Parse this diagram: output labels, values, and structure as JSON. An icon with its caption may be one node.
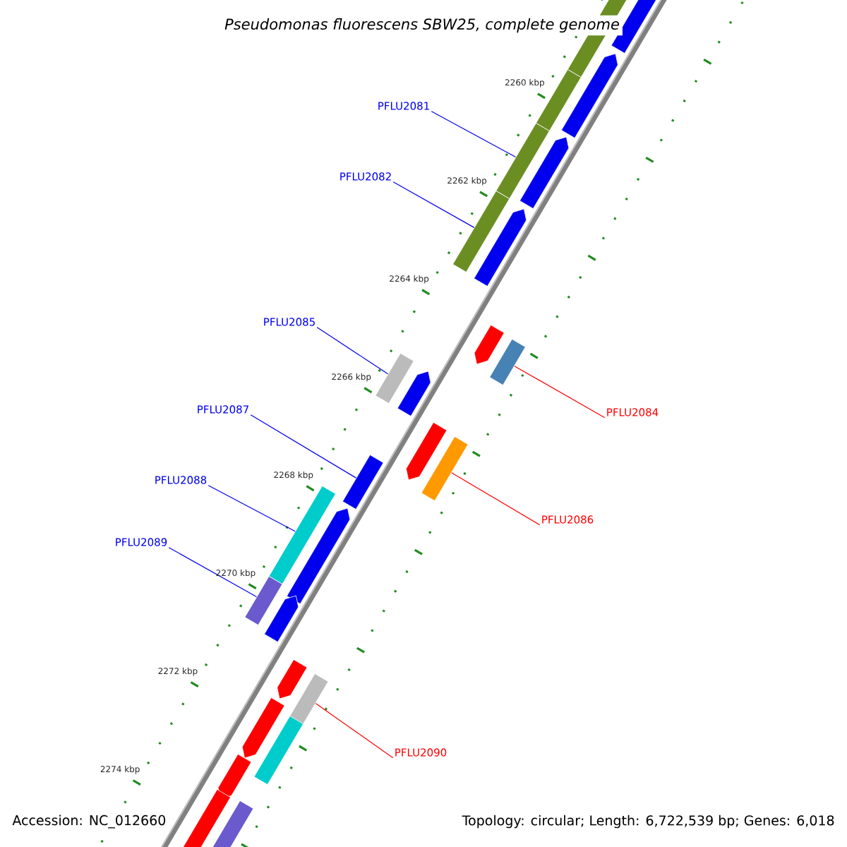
{
  "diagram": {
    "title": "Pseudomonas fluorescens SBW25, complete genome",
    "nodes": [
      {
        "text": [
          "PFLU2081"
        ]
      },
      {
        "text": [
          "PFLU2082"
        ]
      },
      {
        "text": [
          "PFLU2085"
        ]
      },
      {
        "text": [
          "PFLU2084"
        ]
      },
      {
        "text": [
          "PFLU2087"
        ]
      },
      {
        "text": [
          "PFLU2086"
        ]
      },
      {
        "text": [
          "PFLU2088"
        ]
      },
      {
        "text": [
          "PFLU2089"
        ]
      },
      {
        "text": [
          "PFLU2090"
        ]
      },
      {
        "text": [],
        "shape": "bar"
      },
      {
        "text": [],
        "shape": "bar"
      },
      {
        "text": [],
        "shape": "bar"
      },
      {
        "text": [],
        "shape": "bar"
      },
      {
        "text": [],
        "shape": "bar"
      },
      {
        "text": [],
        "shape": "bar"
      },
      {
        "text": [],
        "shape": "bar"
      },
      {
        "text": [],
        "shape": "bar"
      },
      {
        "text": [],
        "shape": "bar"
      }
    ],
    "edges": [
      {
        "from": 0,
        "to": 9,
        "arrow": "none"
      },
      {
        "from": 1,
        "to": 10,
        "arrow": "none"
      },
      {
        "from": 2,
        "to": 11,
        "arrow": "none"
      },
      {
        "from": 3,
        "to": 12,
        "arrow": "none",
        "color": "#ff0000"
      },
      {
        "from": 4,
        "to": 13,
        "arrow": "none"
      },
      {
        "from": 5,
        "to": 14,
        "arrow": "none",
        "color": "#ff0000"
      },
      {
        "from": 6,
        "to": 15,
        "arrow": "none"
      },
      {
        "from": 7,
        "to": 16,
        "arrow": "none"
      },
      {
        "from": 8,
        "to": 17,
        "arrow": "none",
        "color": "#ff0000"
      }
    ],
    "labels": [
      "2260 kbp",
      "2262 kbp",
      "2264 kbp",
      "2266 kbp",
      "2268 kbp",
      "2270 kbp",
      "2272 kbp",
      "2274 kbp",
      "Accession: NC_012660",
      "Topology: circular; Length: 6,722,539 bp; Genes: 6,018"
    ]
  }
}
